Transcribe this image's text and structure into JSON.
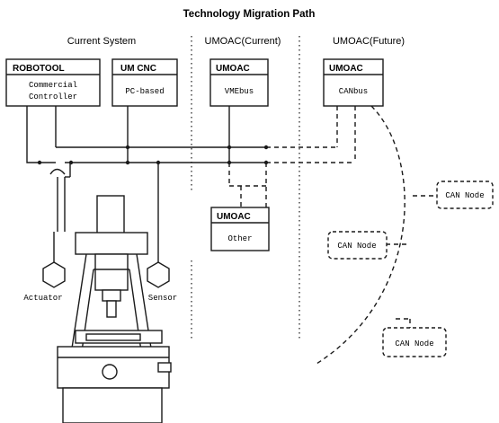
{
  "title": "Technology Migration Path",
  "columns": {
    "current_system": "Current System",
    "umoac_current": "UMOAC(Current)",
    "umoac_future": "UMOAC(Future)"
  },
  "modules": {
    "robotool": {
      "title": "ROBOTOOL",
      "body": [
        "Commercial",
        "Controller"
      ]
    },
    "um_cnc": {
      "title": "UM CNC",
      "body": [
        "PC-based"
      ]
    },
    "umoac_vme": {
      "title": "UMOAC",
      "body": [
        "VMEbus"
      ]
    },
    "umoac_can": {
      "title": "UMOAC",
      "body": [
        "CANbus"
      ]
    },
    "umoac_other": {
      "title": "UMOAC",
      "body": [
        "Other"
      ]
    }
  },
  "can_nodes": [
    "CAN Node",
    "CAN Node",
    "CAN Node"
  ],
  "devices": {
    "actuator": "Actuator",
    "sensor": "Sensor"
  }
}
